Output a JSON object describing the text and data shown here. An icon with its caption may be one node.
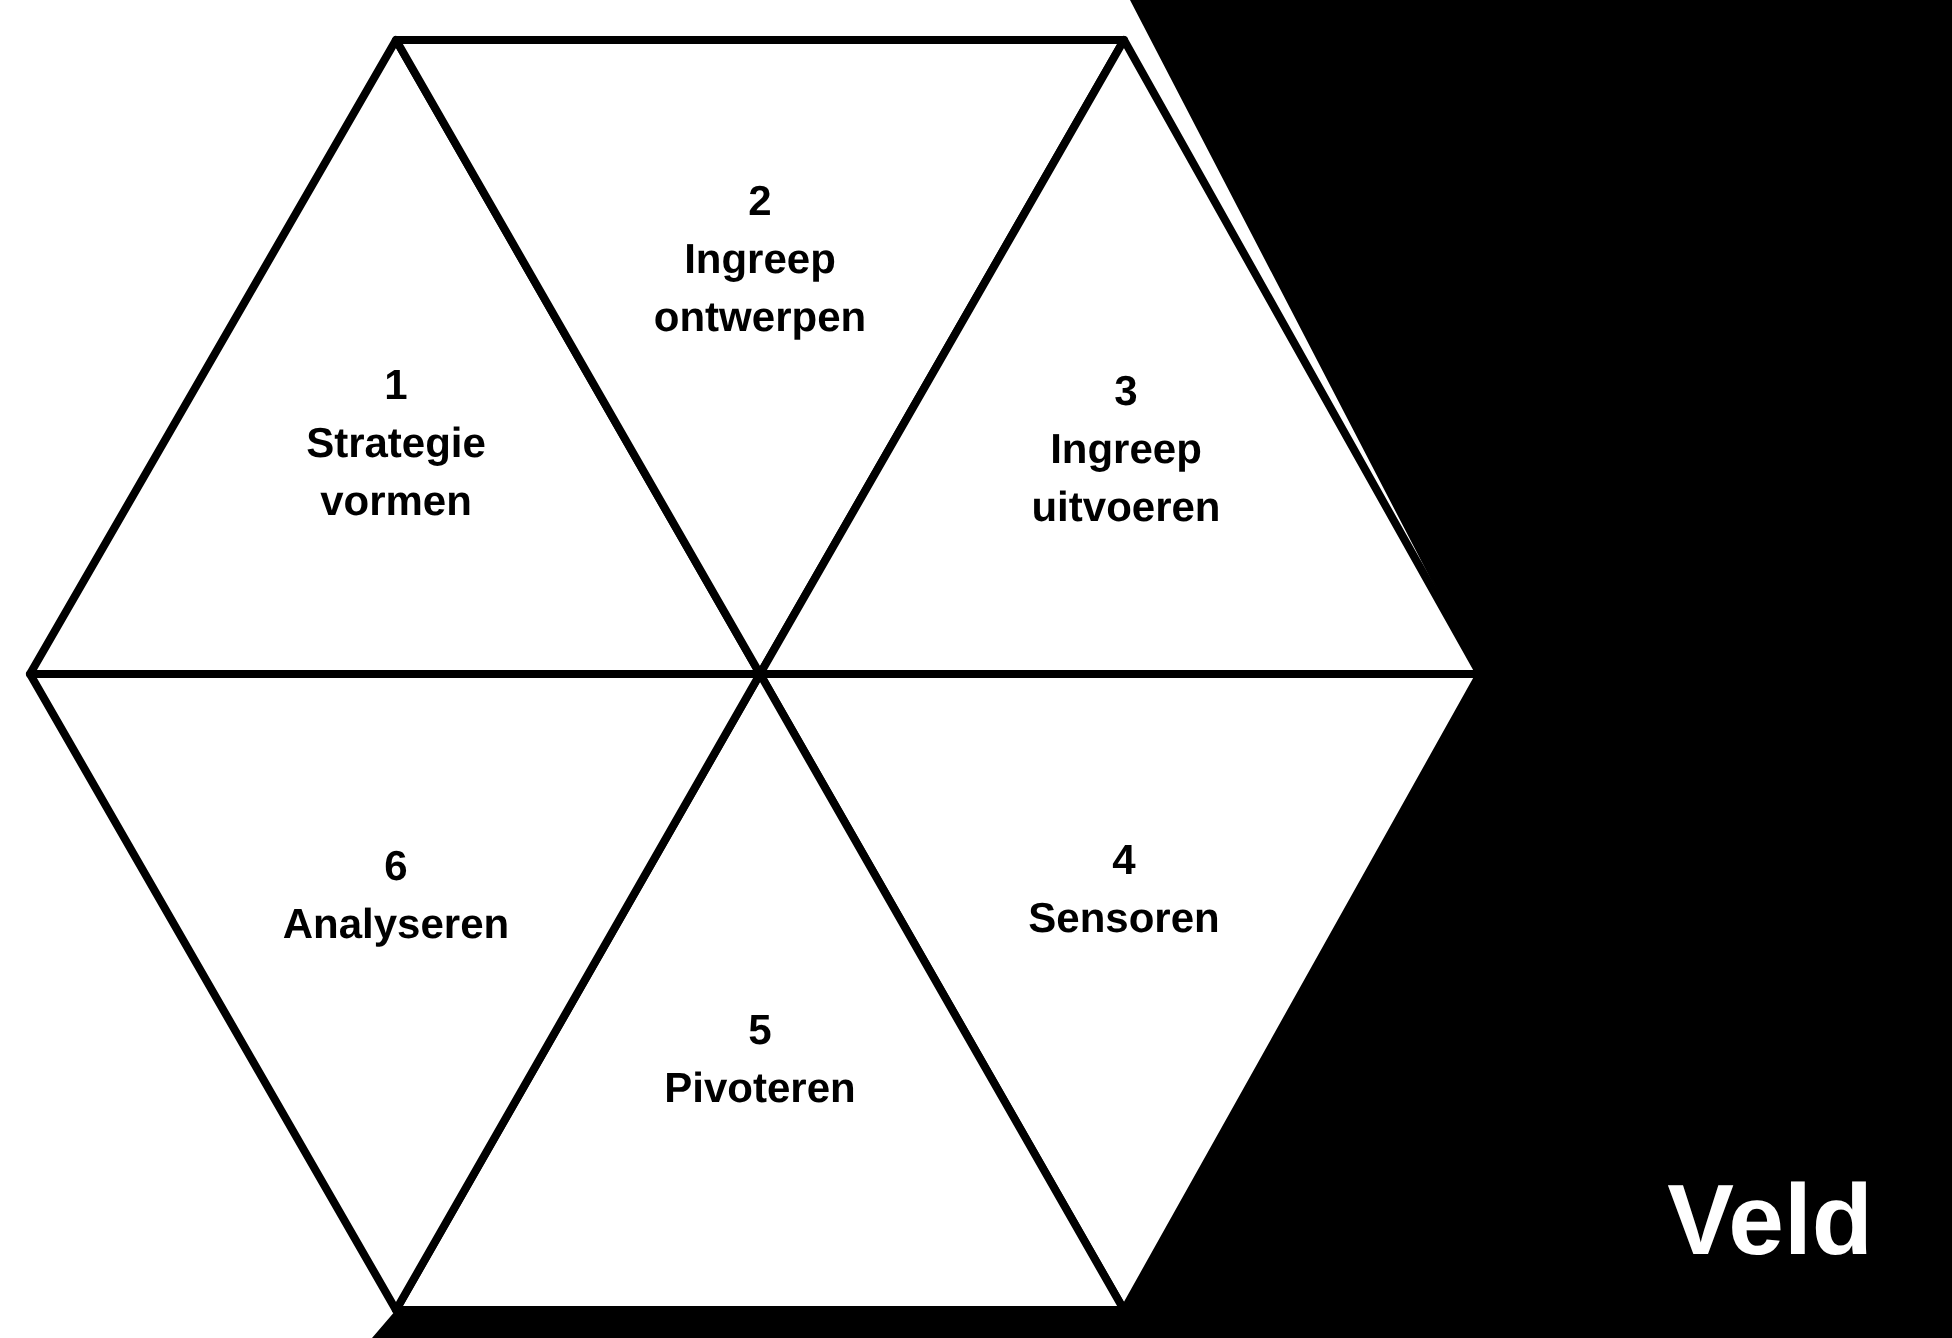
{
  "diagram": {
    "nodes": [
      {
        "text": [
          "Veld"
        ]
      },
      {
        "text": [
          "1",
          "Strategie vormen"
        ]
      },
      {
        "text": [
          "2",
          "Ingreep ontwerpen"
        ]
      },
      {
        "text": [
          "3",
          "Ingreep uitvoeren"
        ]
      },
      {
        "text": [
          "4",
          "Sensoren"
        ]
      },
      {
        "text": [
          "5",
          "Pivoteren"
        ]
      },
      {
        "text": [
          "6",
          "Analyseren"
        ]
      }
    ],
    "edges": []
  }
}
